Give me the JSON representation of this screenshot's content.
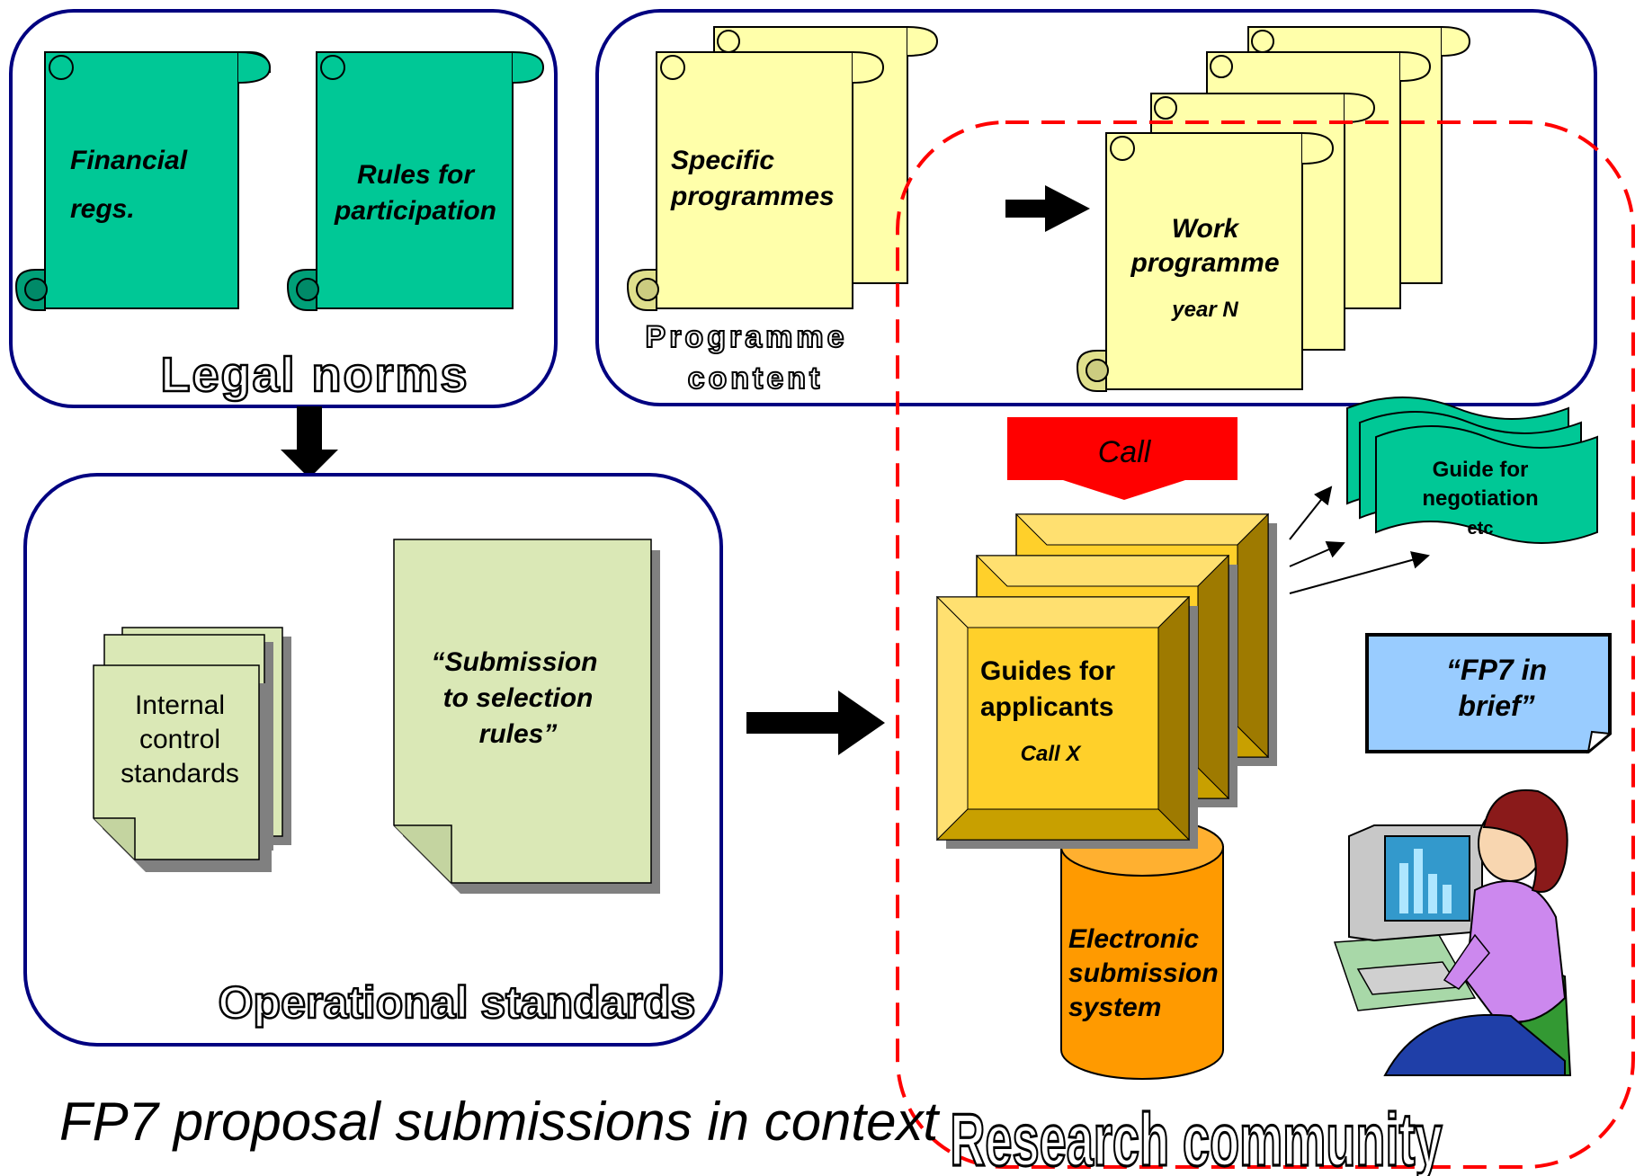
{
  "title": "FP7 proposal submissions in context",
  "legal_norms": {
    "label": "Legal norms",
    "docs": [
      {
        "lines": [
          "Financial",
          "regs."
        ]
      },
      {
        "lines": [
          "Rules for",
          "participation"
        ]
      }
    ]
  },
  "programme_content": {
    "label_lines": [
      "Programme",
      "content"
    ],
    "specific_programmes": [
      "Specific",
      "programmes"
    ],
    "work_programme": [
      "Work",
      "programme",
      "year N"
    ]
  },
  "operational_standards": {
    "label": "Operational standards",
    "internal_control": [
      "Internal",
      "control",
      "standards"
    ],
    "selection_rules": [
      "“Submission",
      "to selection",
      "rules”"
    ]
  },
  "research_community": {
    "label": "Research community",
    "call_label": "Call",
    "guide_negotiation": [
      "Guide for",
      "negotiation",
      "etc"
    ],
    "guides_applicants": [
      "Guides for",
      "applicants",
      "Call X"
    ],
    "fp7_in_brief": [
      "“FP7 in",
      "brief”"
    ],
    "electronic_submission": [
      "Electronic",
      "submission",
      "system"
    ]
  },
  "colors": {
    "legal_green": "#00c896",
    "scroll_yellow": "#ffffaa",
    "paper_green": "#dae8b6",
    "folder_gold": "#ffd02a",
    "cylinder_orange": "#ff9a00",
    "call_red": "#ff0000",
    "fp7_blue": "#99ccff",
    "navy": "#000080",
    "dashed_red": "#ff0000"
  }
}
